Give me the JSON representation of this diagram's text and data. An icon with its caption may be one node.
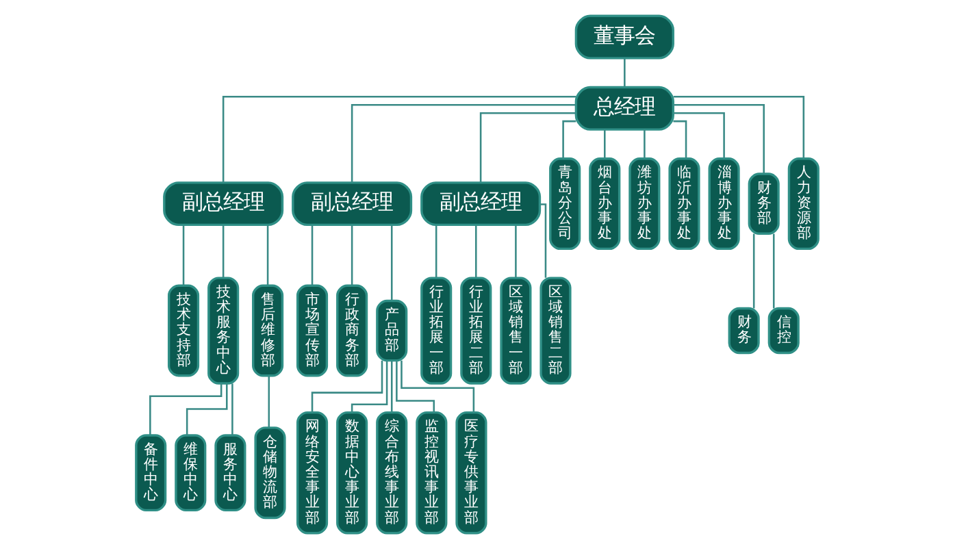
{
  "diagram": {
    "nodes": [
      {
        "text": [
          "董事会"
        ]
      },
      {
        "text": [
          "总经理"
        ]
      },
      {
        "text": [
          "副总经理"
        ]
      },
      {
        "text": [
          "副总经理"
        ]
      },
      {
        "text": [
          "副总经理"
        ]
      },
      {
        "text": [
          "技术支持部"
        ]
      },
      {
        "text": [
          "技术服务中心"
        ]
      },
      {
        "text": [
          "售后维修部"
        ]
      },
      {
        "text": [
          "市场宣传部"
        ]
      },
      {
        "text": [
          "行政商务部"
        ]
      },
      {
        "text": [
          "产品部"
        ]
      },
      {
        "text": [
          "行业拓展一部"
        ]
      },
      {
        "text": [
          "行业拓展二部"
        ]
      },
      {
        "text": [
          "区域销售一部"
        ]
      },
      {
        "text": [
          "区域销售二部"
        ]
      },
      {
        "text": [
          "青岛分公司"
        ]
      },
      {
        "text": [
          "烟台办事处"
        ]
      },
      {
        "text": [
          "潍坊办事处"
        ]
      },
      {
        "text": [
          "临沂办事处"
        ]
      },
      {
        "text": [
          "淄博办事处"
        ]
      },
      {
        "text": [
          "财务部"
        ]
      },
      {
        "text": [
          "人力资源部"
        ]
      },
      {
        "text": [
          "备件中心"
        ]
      },
      {
        "text": [
          "维保中心"
        ]
      },
      {
        "text": [
          "服务中心"
        ]
      },
      {
        "text": [
          "仓储物流部"
        ]
      },
      {
        "text": [
          "网络安全事业部"
        ]
      },
      {
        "text": [
          "数据中心事业部"
        ]
      },
      {
        "text": [
          "综合布线事业部"
        ]
      },
      {
        "text": [
          "监控视讯事业部"
        ]
      },
      {
        "text": [
          "医疗专供事业部"
        ]
      },
      {
        "text": [
          "财务"
        ]
      },
      {
        "text": [
          "信控"
        ]
      }
    ],
    "edges": [
      {
        "from": 0,
        "to": 1,
        "arrow": "none"
      },
      {
        "from": 1,
        "to": 2,
        "arrow": "none"
      },
      {
        "from": 1,
        "to": 3,
        "arrow": "none"
      },
      {
        "from": 1,
        "to": 4,
        "arrow": "none"
      },
      {
        "from": 1,
        "to": 15,
        "arrow": "none"
      },
      {
        "from": 1,
        "to": 16,
        "arrow": "none"
      },
      {
        "from": 1,
        "to": 17,
        "arrow": "none"
      },
      {
        "from": 1,
        "to": 18,
        "arrow": "none"
      },
      {
        "from": 1,
        "to": 19,
        "arrow": "none"
      },
      {
        "from": 1,
        "to": 20,
        "arrow": "none"
      },
      {
        "from": 1,
        "to": 21,
        "arrow": "none"
      },
      {
        "from": 2,
        "to": 5,
        "arrow": "none"
      },
      {
        "from": 2,
        "to": 6,
        "arrow": "none"
      },
      {
        "from": 2,
        "to": 7,
        "arrow": "none"
      },
      {
        "from": 3,
        "to": 8,
        "arrow": "none"
      },
      {
        "from": 3,
        "to": 9,
        "arrow": "none"
      },
      {
        "from": 3,
        "to": 10,
        "arrow": "none"
      },
      {
        "from": 4,
        "to": 11,
        "arrow": "none"
      },
      {
        "from": 4,
        "to": 12,
        "arrow": "none"
      },
      {
        "from": 4,
        "to": 13,
        "arrow": "none"
      },
      {
        "from": 4,
        "to": 14,
        "arrow": "none"
      },
      {
        "from": 6,
        "to": 22,
        "arrow": "none"
      },
      {
        "from": 6,
        "to": 23,
        "arrow": "none"
      },
      {
        "from": 6,
        "to": 24,
        "arrow": "none"
      },
      {
        "from": 7,
        "to": 25,
        "arrow": "none"
      },
      {
        "from": 10,
        "to": 26,
        "arrow": "none"
      },
      {
        "from": 10,
        "to": 27,
        "arrow": "none"
      },
      {
        "from": 10,
        "to": 28,
        "arrow": "none"
      },
      {
        "from": 10,
        "to": 29,
        "arrow": "none"
      },
      {
        "from": 10,
        "to": 30,
        "arrow": "none"
      },
      {
        "from": 20,
        "to": 31,
        "arrow": "none"
      },
      {
        "from": 20,
        "to": 32,
        "arrow": "none"
      }
    ]
  }
}
